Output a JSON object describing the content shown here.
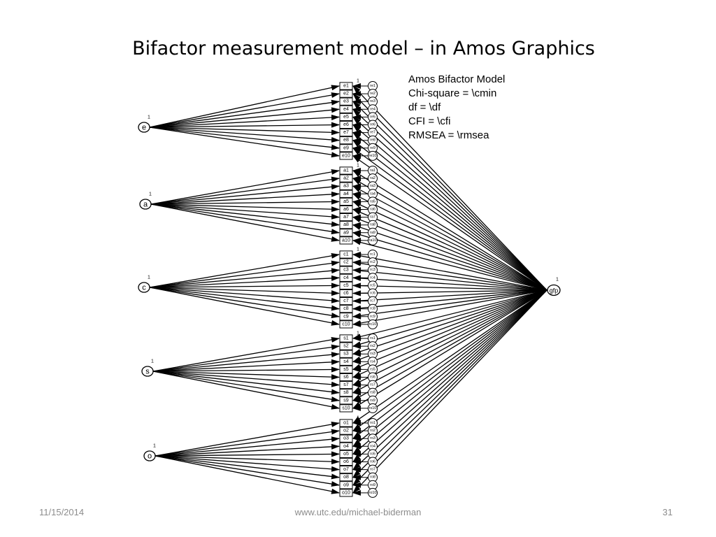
{
  "slide": {
    "title": "Bifactor measurement model – in Amos Graphics"
  },
  "fit_box": {
    "lines": [
      "Amos Bifactor Model",
      "Chi-square = \\cmin",
      "df = \\df",
      "CFI = \\cfi",
      "RMSEA = \\rmsea"
    ]
  },
  "model": {
    "general_factor": {
      "label": "gfp",
      "variance_constraint": "1"
    },
    "factors": [
      {
        "label": "e",
        "variance_constraint": "1",
        "items": [
          "e1",
          "e2",
          "e3",
          "e4",
          "e5",
          "e6",
          "e7",
          "e8",
          "e9",
          "e10"
        ],
        "residuals": [
          "re1",
          "re2",
          "re3",
          "re4",
          "re5",
          "re6",
          "re7",
          "re8",
          "re9",
          "re10"
        ]
      },
      {
        "label": "a",
        "variance_constraint": "1",
        "items": [
          "a1",
          "a2",
          "a3",
          "a4",
          "a5",
          "a6",
          "a7",
          "a8",
          "a9",
          "a10"
        ],
        "residuals": [
          "ra1",
          "ra2",
          "ra3",
          "ra4",
          "ra5",
          "ra6",
          "ra7",
          "ra8",
          "ra9",
          "ra10"
        ]
      },
      {
        "label": "c",
        "variance_constraint": "1",
        "items": [
          "c1",
          "c2",
          "c3",
          "c4",
          "c5",
          "c6",
          "c7",
          "c8",
          "c9",
          "c10"
        ],
        "residuals": [
          "rc1",
          "rc2",
          "rc3",
          "rc4",
          "rc5",
          "rc6",
          "rc7",
          "rc8",
          "rc9",
          "rc10"
        ]
      },
      {
        "label": "s",
        "variance_constraint": "1",
        "items": [
          "s1",
          "s2",
          "s3",
          "s4",
          "s5",
          "s6",
          "s7",
          "s8",
          "s9",
          "s10"
        ],
        "residuals": [
          "rs1",
          "rs2",
          "rs3",
          "rs4",
          "rs5",
          "rs6",
          "rs7",
          "rs8",
          "rs9",
          "rs10"
        ]
      },
      {
        "label": "o",
        "variance_constraint": "1",
        "items": [
          "o1",
          "o2",
          "o3",
          "o4",
          "o5",
          "o6",
          "o7",
          "o8",
          "o9",
          "o10"
        ],
        "residuals": [
          "ro1",
          "ro2",
          "ro3",
          "ro4",
          "ro5",
          "ro6",
          "ro7",
          "ro8",
          "ro9",
          "ro10"
        ]
      }
    ],
    "residual_path_constraint": "1"
  },
  "footer": {
    "date": "11/15/2014",
    "url": "www.utc.edu/michael-biderman",
    "page": "31"
  }
}
